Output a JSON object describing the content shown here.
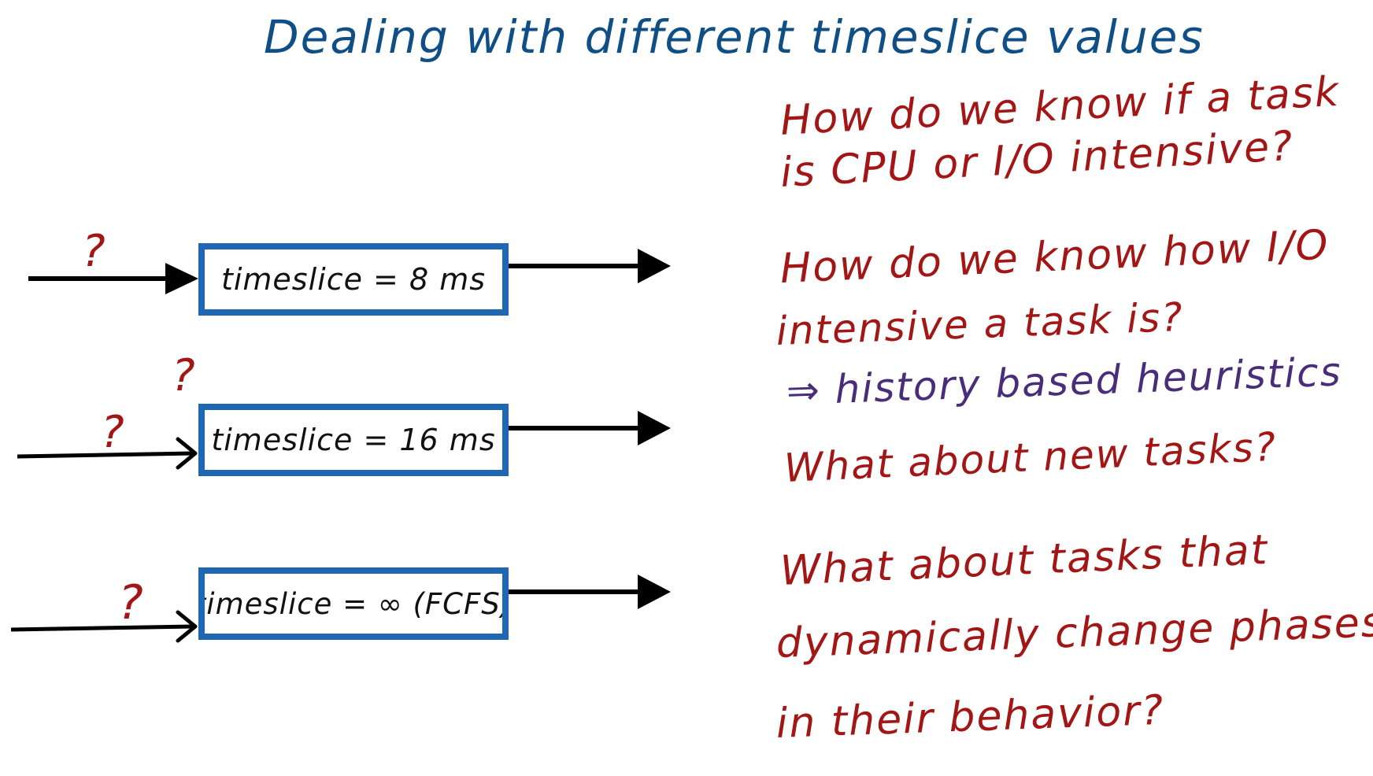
{
  "title": "Dealing with different timeslice values",
  "boxes": [
    {
      "label": "timeslice = 8 ms"
    },
    {
      "label": "timeslice = 16 ms"
    },
    {
      "label": "timeslice = ∞ (FCFS)"
    }
  ],
  "input_marks": [
    "?",
    "?",
    "?"
  ],
  "between_mark": "?",
  "notes": {
    "q1_line1": "How do we know if a task",
    "q1_line2": "is CPU or I/O intensive?",
    "q2_line1": "How do we know how I/O",
    "q2_line2": "intensive a task is?",
    "answer": "⇒ history based heuristics",
    "q3": "What about new tasks?",
    "q4_line1": "What about tasks that",
    "q4_line2": "dynamically change phases",
    "q4_line3": "in their behavior?"
  },
  "colors": {
    "title": "#0f4f86",
    "box_border": "#1f66b3",
    "question_text": "#a31616",
    "answer_text": "#4a2d7a",
    "arrow": "#000000"
  }
}
